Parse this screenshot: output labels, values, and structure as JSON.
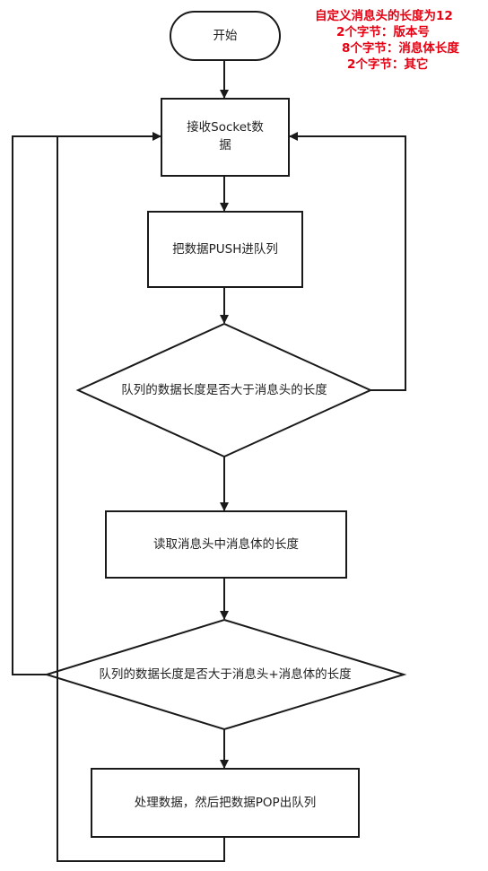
{
  "diagram": {
    "nodes": {
      "start": "开始",
      "receive_line1": "接收Socket数",
      "receive_line2": "据",
      "push": "把数据PUSH进队列",
      "check_header": "队列的数据长度是否大于消息头的长度",
      "read_length": "读取消息头中消息体的长度",
      "check_body": "队列的数据长度是否大于消息头+消息体的长度",
      "process": "处理数据，然后把数据POP出队列"
    },
    "note": {
      "line1": "自定义消息头的长度为12",
      "line2": "2个字节：版本号",
      "line3": "8个字节：消息体长度",
      "line4": "2个字节：其它"
    }
  },
  "colors": {
    "stroke": "#1a1a1a",
    "note_text": "#e60012",
    "label_text": "#222222"
  }
}
